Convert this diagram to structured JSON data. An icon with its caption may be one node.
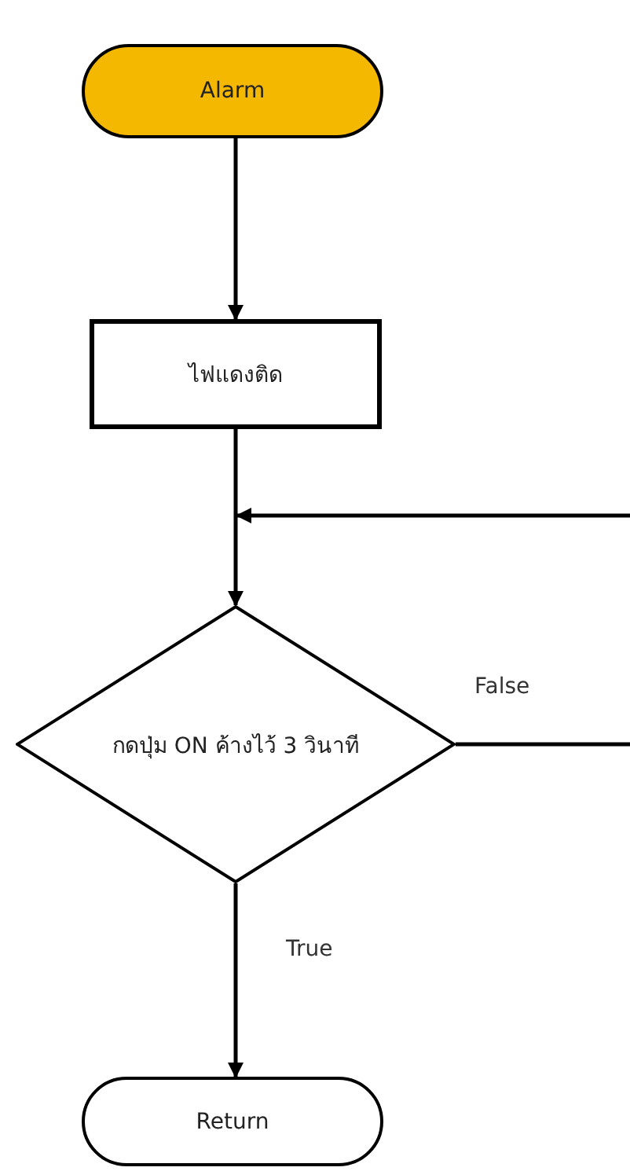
{
  "diagram": {
    "nodes": [
      {
        "text": [
          "Alarm"
        ]
      },
      {
        "text": [
          "ไฟแดงติด"
        ]
      },
      {
        "text": [
          "กดปุ่ม ON ค้างไว้ 3 วินาที"
        ]
      },
      {
        "text": [
          "Return"
        ]
      }
    ],
    "edges": [
      {
        "from": 0,
        "to": 1,
        "arrow": "to"
      },
      {
        "from": 1,
        "to": 2,
        "arrow": "to"
      },
      {
        "from": 2,
        "to": null,
        "arrow": "none",
        "label": "False"
      },
      {
        "from": null,
        "to": 2,
        "arrow": "to"
      },
      {
        "from": 2,
        "to": 3,
        "arrow": "to",
        "label": "True"
      }
    ]
  }
}
